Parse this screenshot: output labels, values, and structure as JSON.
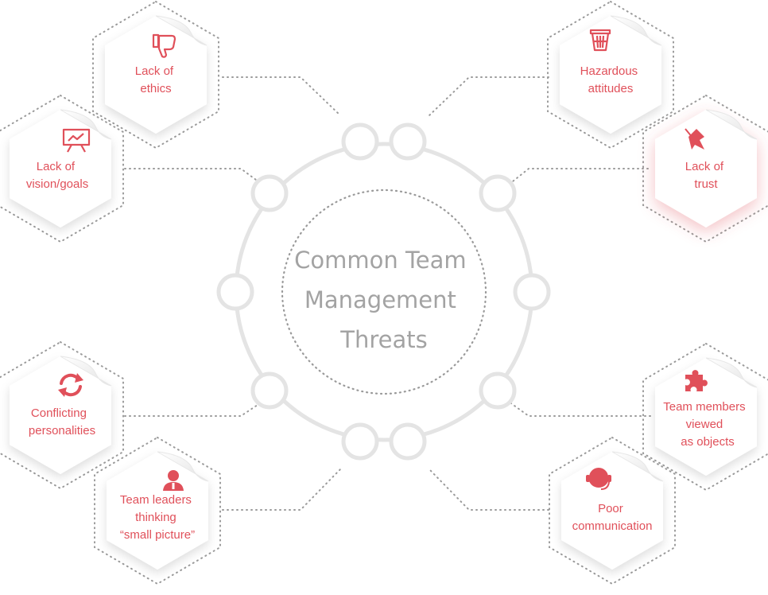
{
  "center": {
    "lines": [
      "Common Team",
      "Management",
      "Threats"
    ]
  },
  "accent_color": "#e0505a",
  "ring_color": "#e4e4e4",
  "threats": [
    {
      "id": "ethics",
      "lines": [
        "Lack of",
        "ethics"
      ],
      "icon": "thumbs-down-icon"
    },
    {
      "id": "vision",
      "lines": [
        "Lack of",
        "vision/goals"
      ],
      "icon": "presentation-board-icon"
    },
    {
      "id": "personalities",
      "lines": [
        "Conflicting",
        "personalities"
      ],
      "icon": "refresh-arrows-icon"
    },
    {
      "id": "leaders",
      "lines": [
        "Team leaders",
        "thinking",
        "“small picture”"
      ],
      "icon": "person-icon"
    },
    {
      "id": "hazardous",
      "lines": [
        "Hazardous",
        "attitudes"
      ],
      "icon": "trash-bin-icon"
    },
    {
      "id": "trust",
      "lines": [
        "Lack of",
        "trust"
      ],
      "icon": "pushpin-icon"
    },
    {
      "id": "objects",
      "lines": [
        "Team members",
        "viewed",
        "as objects"
      ],
      "icon": "puzzle-piece-icon"
    },
    {
      "id": "communication",
      "lines": [
        "Poor",
        "communication"
      ],
      "icon": "headset-icon"
    }
  ]
}
